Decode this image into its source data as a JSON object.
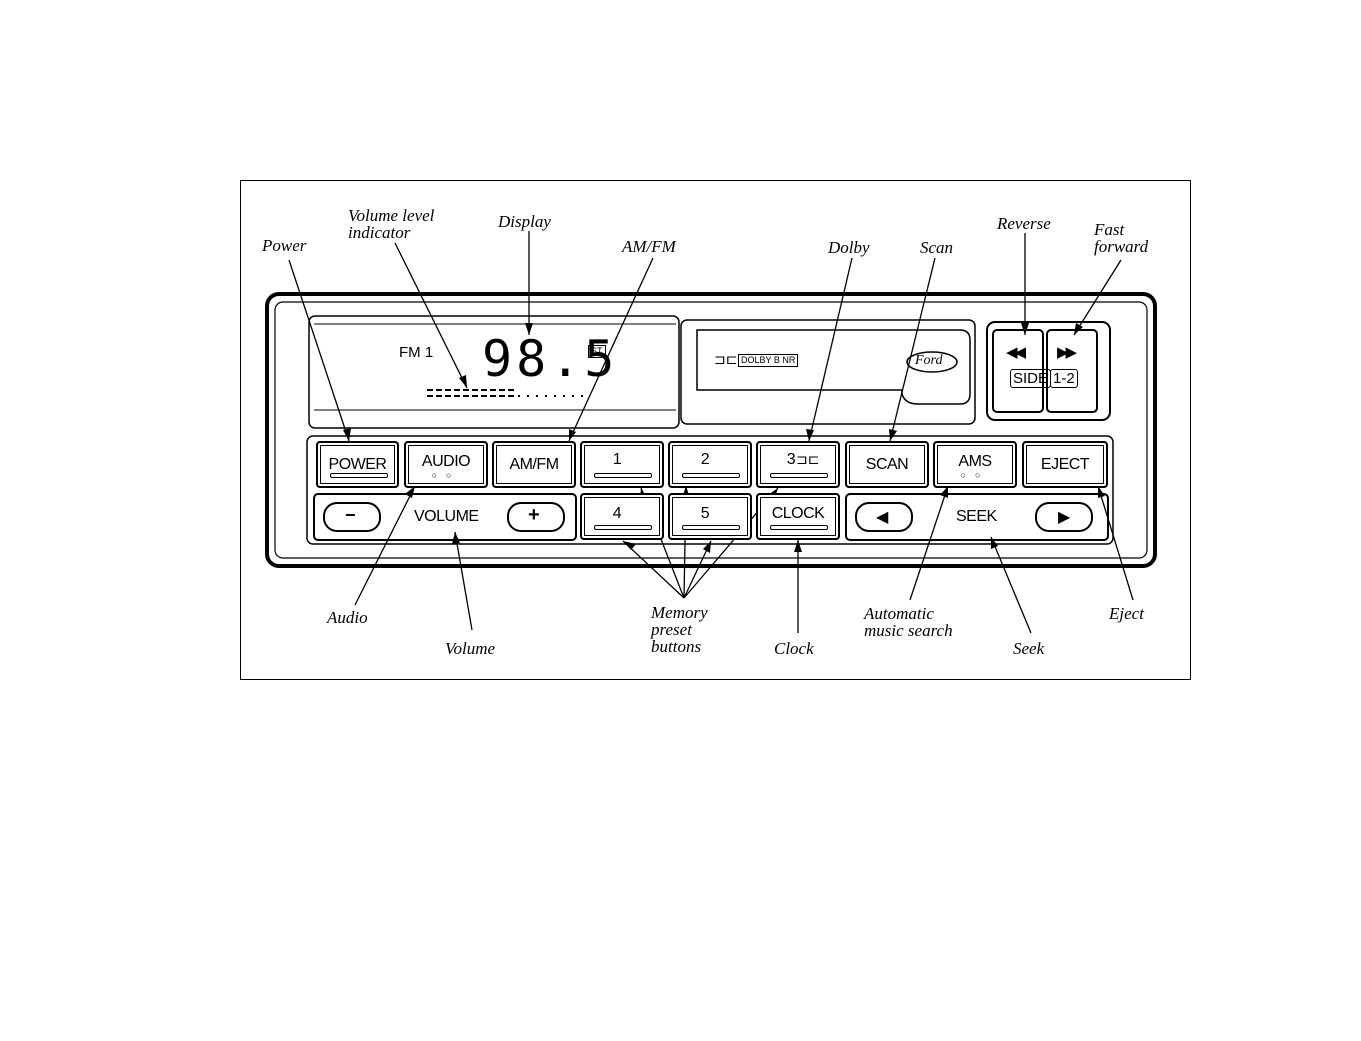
{
  "callouts": {
    "power": "Power",
    "volume_level_indicator": "Volume level\nindicator",
    "display": "Display",
    "am_fm": "AM/FM",
    "dolby": "Dolby",
    "scan": "Scan",
    "reverse": "Reverse",
    "fast_forward": "Fast\nforward",
    "audio": "Audio",
    "volume": "Volume",
    "memory_preset_buttons": "Memory\npreset\nbuttons",
    "clock": "Clock",
    "automatic_music_search": "Automatic\nmusic search",
    "seek": "Seek",
    "eject": "Eject"
  },
  "display": {
    "band": "FM 1",
    "frequency": "98.5",
    "stereo": "ST"
  },
  "cassette": {
    "dolby_label": "DOLBY B NR",
    "brand": "Ford"
  },
  "tape_buttons": {
    "side": "SIDE",
    "one_two": "1-2",
    "rewind": "◀◀",
    "forward": "▶▶"
  },
  "buttons_row1": {
    "power": "POWER",
    "audio": "AUDIO",
    "am_fm": "AM/FM",
    "preset1": "1",
    "preset2": "2",
    "preset3": "3",
    "scan": "SCAN",
    "ams": "AMS",
    "eject": "EJECT"
  },
  "buttons_row2": {
    "vol_minus": "−",
    "volume": "VOLUME",
    "vol_plus": "+",
    "preset4": "4",
    "preset5": "5",
    "clock": "CLOCK",
    "seek_back": "◀",
    "seek": "SEEK",
    "seek_fwd": "▶"
  }
}
